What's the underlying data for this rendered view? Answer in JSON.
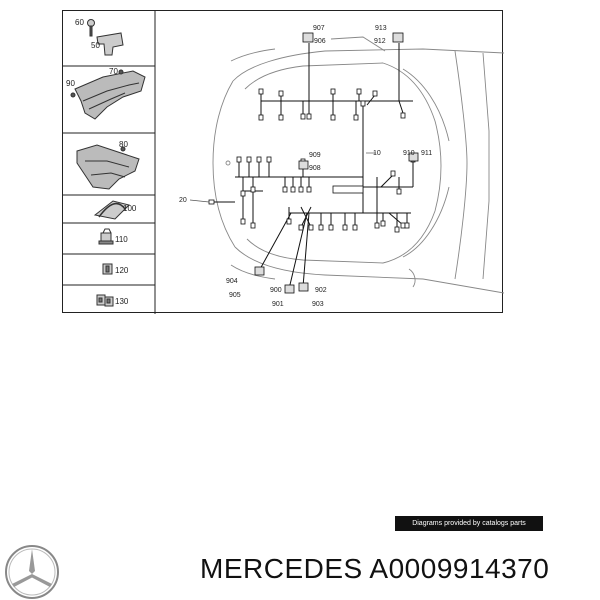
{
  "parts_list": [
    {
      "labels": [
        "60",
        "50"
      ],
      "icon": "bolt-and-bracket-icon"
    },
    {
      "labels": [
        "70",
        "90"
      ],
      "icon": "wiring-channel-front-icon"
    },
    {
      "labels": [
        "80"
      ],
      "icon": "wiring-channel-side-icon"
    },
    {
      "labels": [
        "100"
      ],
      "icon": "cable-tie-icon"
    },
    {
      "labels": [
        "110"
      ],
      "icon": "clip-icon"
    },
    {
      "labels": [
        "120"
      ],
      "icon": "connector-housing-icon"
    },
    {
      "labels": [
        "130"
      ],
      "icon": "double-connector-icon"
    }
  ],
  "callouts": {
    "c907": "907",
    "c906": "906",
    "c913": "913",
    "c912": "912",
    "c909": "909",
    "c908": "908",
    "c10": "10",
    "c910": "910",
    "c911": "911",
    "c20": "20",
    "c904": "904",
    "c905": "905",
    "c900": "900",
    "c902": "902",
    "c901": "901",
    "c903": "903"
  },
  "credit": "Diagrams provided by catalogs parts",
  "brand": {
    "name": "MERCEDES A0009914370",
    "logo": "mercedes-star-icon"
  }
}
